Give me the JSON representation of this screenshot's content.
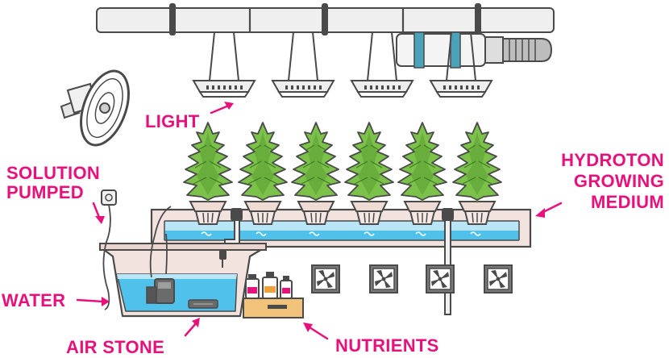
{
  "labels": {
    "light": "LIGHT",
    "solution_pumped_1": "SOLUTION",
    "solution_pumped_2": "PUMPED",
    "water": "WATER",
    "air_stone": "AIR STONE",
    "nutrients": "NUTRIENTS",
    "hydroton_1": "HYDROTON",
    "hydroton_2": "GROWING",
    "hydroton_3": "MEDIUM"
  },
  "colors": {
    "accent": "#e8117b",
    "outline": "#4a4a4a",
    "water": "#4fc1ea",
    "water_light": "#b8e6f7",
    "tank": "#f3e3df",
    "leaf": "#7cc24a",
    "leaf_dark": "#5a9e32",
    "pot": "#eedbd4",
    "box": "#f2c27b"
  },
  "icons": [
    "fan-icon",
    "grow-light-icon",
    "plant-icon",
    "vent-fan-icon",
    "nutrient-bottle-icon",
    "pump-icon",
    "power-outlet-icon"
  ]
}
